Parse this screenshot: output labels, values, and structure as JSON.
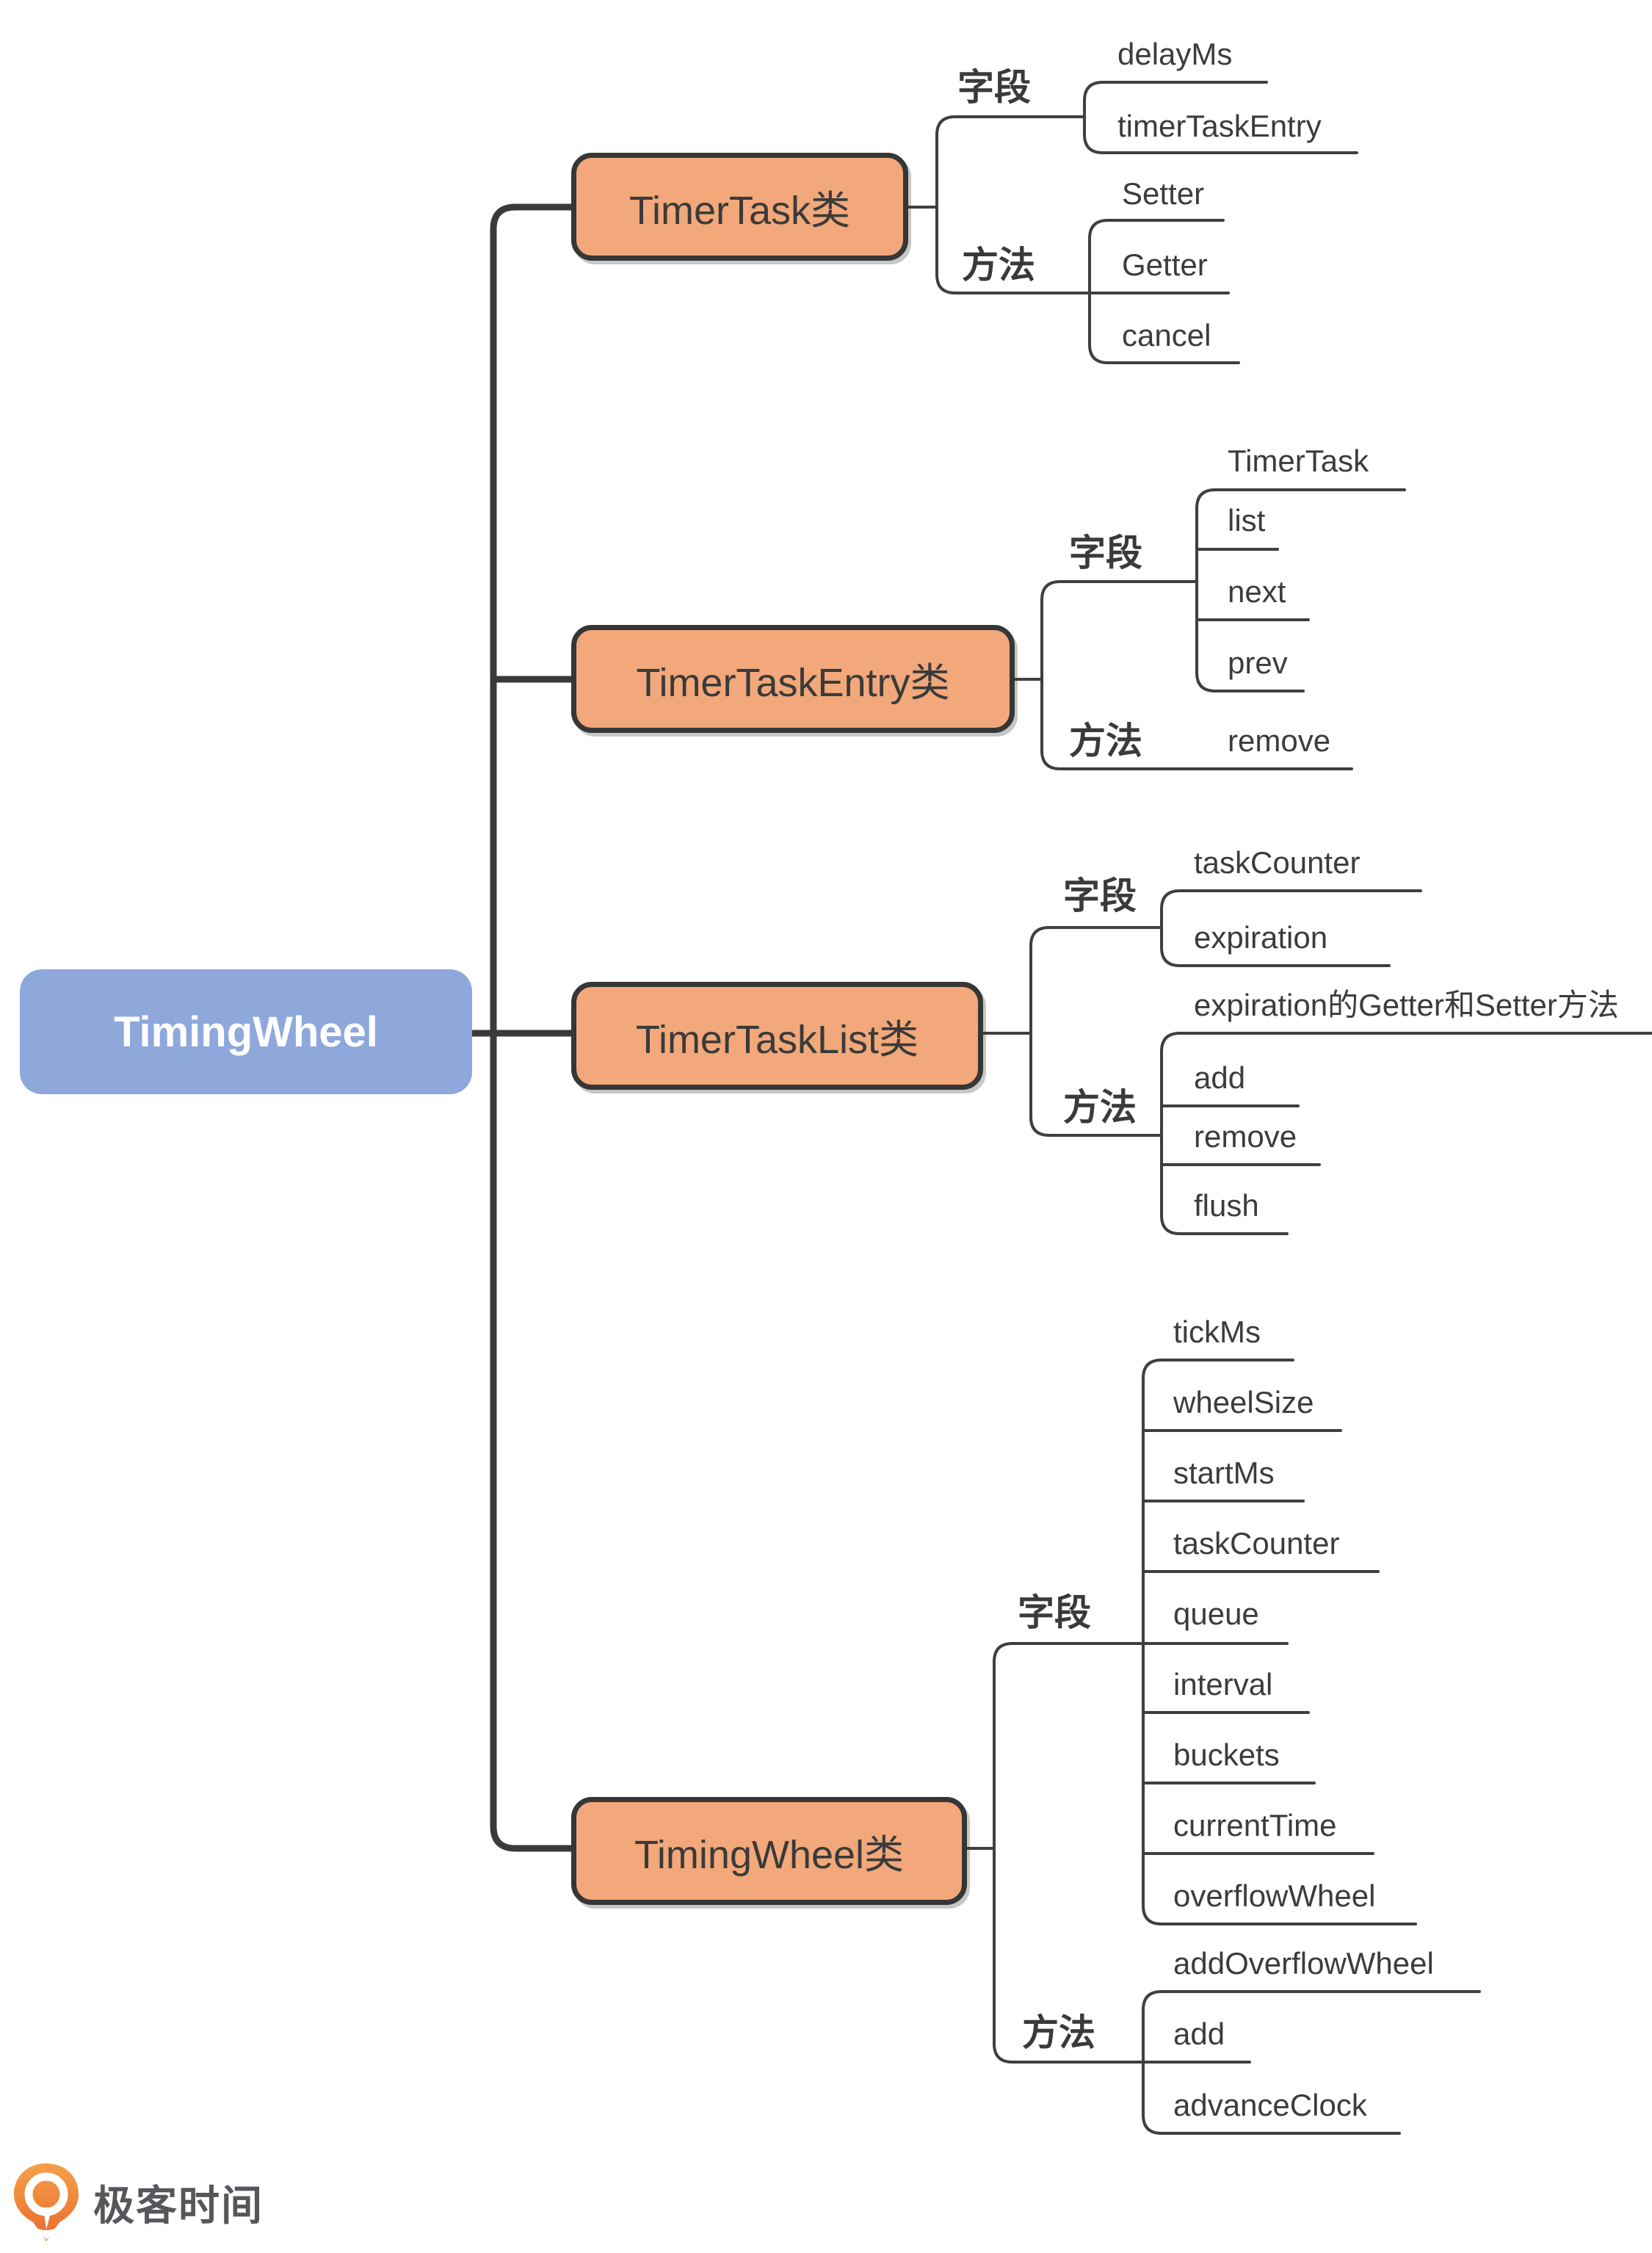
{
  "root": {
    "label": "TimingWheel"
  },
  "branches": [
    {
      "label": "TimerTask类",
      "groups": [
        {
          "label": "字段",
          "children": [
            "delayMs",
            "timerTaskEntry"
          ]
        },
        {
          "label": "方法",
          "children": [
            "Setter",
            "Getter",
            "cancel"
          ]
        }
      ]
    },
    {
      "label": "TimerTaskEntry类",
      "groups": [
        {
          "label": "字段",
          "children": [
            "TimerTask",
            "list",
            "next",
            "prev"
          ]
        },
        {
          "label": "方法",
          "children": [
            "remove"
          ]
        }
      ]
    },
    {
      "label": "TimerTaskList类",
      "groups": [
        {
          "label": "字段",
          "children": [
            "taskCounter",
            "expiration"
          ]
        },
        {
          "label": "方法",
          "children": [
            "expiration的Getter和Setter方法",
            "add",
            "remove",
            "flush"
          ]
        }
      ]
    },
    {
      "label": "TimingWheel类",
      "groups": [
        {
          "label": "字段",
          "children": [
            "tickMs",
            "wheelSize",
            "startMs",
            "taskCounter",
            "queue",
            "interval",
            "buckets",
            "currentTime",
            "overflowWheel"
          ]
        },
        {
          "label": "方法",
          "children": [
            "addOverflowWheel",
            "add",
            "advanceClock"
          ]
        }
      ]
    }
  ],
  "logo": {
    "text": "极客时间"
  },
  "colors": {
    "background": "#FFFFFF",
    "branch_fill": "#F2A87A",
    "branch_border": "#363636",
    "root_fill": "#8EA8DC",
    "root_text": "#FFFFFF",
    "connector": "#3F3F3F",
    "trunk": "#3A3A3A",
    "text": "#3C3C3C",
    "logo_text": "#55575B",
    "logo_orange_top": "#F5A04B",
    "logo_orange_bottom": "#E96A2E"
  }
}
